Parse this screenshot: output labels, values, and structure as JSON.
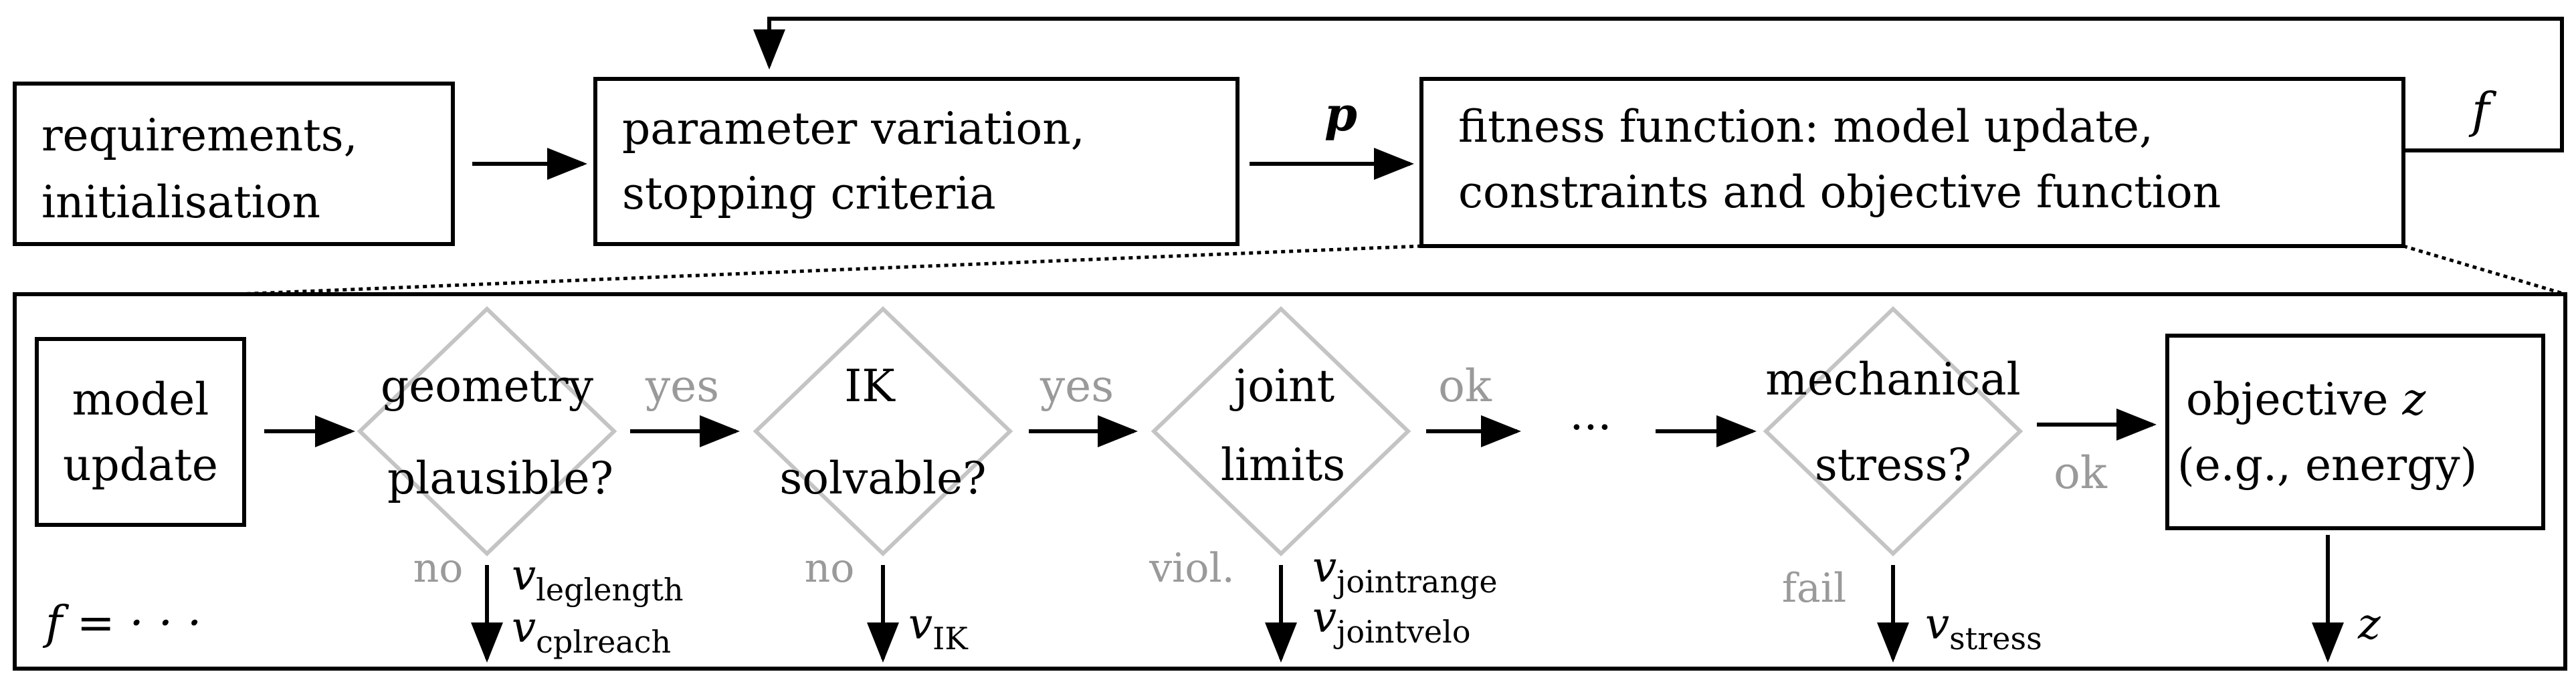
{
  "top": {
    "req_line1": "requirements,",
    "req_line2": "initialisation",
    "param_line1": "parameter variation,",
    "param_line2": "stopping criteria",
    "fit_line1": "fitness function: model update,",
    "fit_line2": "constraints and objective function",
    "p_label": "p",
    "f_label": "f"
  },
  "detail": {
    "model_line1": "model",
    "model_line2": "update",
    "d1_line1": "geometry",
    "d1_line2": "plausible?",
    "d2_line1": "IK",
    "d2_line2": "solvable?",
    "d3_line1": "joint",
    "d3_line2": "limits",
    "ellipsis": "···",
    "d4_line1": "mechanical",
    "d4_line2": "stress?",
    "obj_line1": "objective",
    "obj_z": "z",
    "obj_line2": "(e.g., energy)",
    "yes1": "yes",
    "yes2": "yes",
    "ok1": "ok",
    "ok2": "ok",
    "no1": "no",
    "no2": "no",
    "viol": "viol.",
    "fail": "fail",
    "f_eq": "f = · · ·",
    "v": "v",
    "sub_leglength": "leglength",
    "sub_cplreach": "cplreach",
    "sub_ik": "IK",
    "sub_jointrange": "jointrange",
    "sub_jointvelo": "jointvelo",
    "sub_stress": "stress",
    "z_out": "z"
  }
}
